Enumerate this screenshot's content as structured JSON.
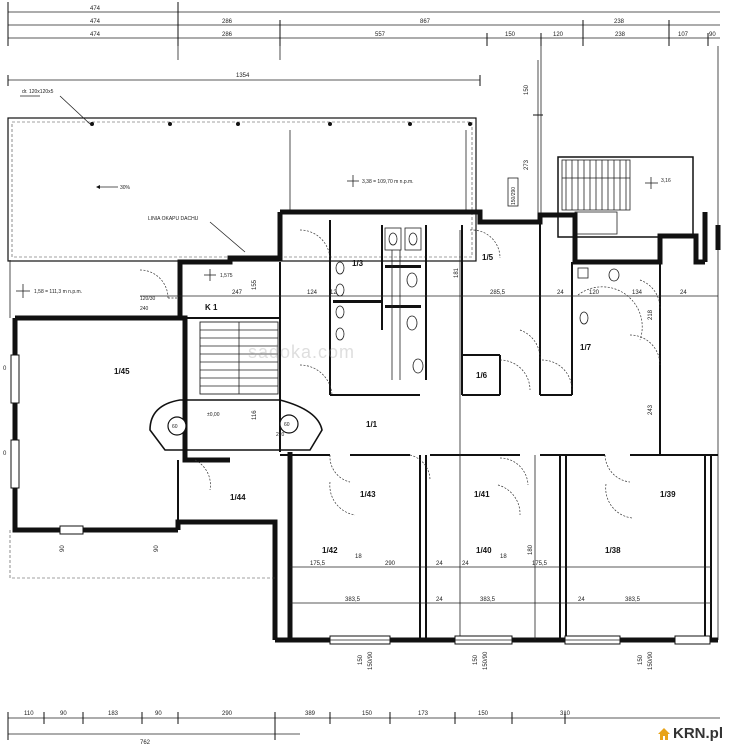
{
  "top_dimensions": {
    "row1": [
      "474"
    ],
    "row2": [
      "474",
      "286",
      "867",
      "238"
    ],
    "row3": [
      "474",
      "286",
      "557",
      "150",
      "120",
      "238",
      "107",
      "90"
    ]
  },
  "left_top_dimension": "1354",
  "bottom_dimensions": {
    "row1": [
      "110",
      "90",
      "183",
      "90",
      "290",
      "389",
      "150",
      "173",
      "150",
      "310"
    ],
    "row2": [
      "762"
    ]
  },
  "right_vertical_dims": [
    "150",
    "273"
  ],
  "rooms": {
    "r1_45": "1/45",
    "r1_44": "1/44",
    "r1_3": "1/3",
    "r1_5": "1/5",
    "r1_6": "1/6",
    "r1_7": "1/7",
    "r1_1": "1/1",
    "r1_43": "1/43",
    "r1_41": "1/41",
    "r1_39": "1/39",
    "r1_42": "1/42",
    "r1_40": "1/40",
    "r1_38": "1/38",
    "k1": "K 1"
  },
  "annotations": {
    "terrace_level": "3,38 = 109,70 m n.p.m.",
    "entry_level": "1,58 = 111,3 m n.p.m.",
    "level_1575": "1,575",
    "level_316": "3,16",
    "floor_zero": "±0,00",
    "slope": "30%",
    "dim_top_left": "dr. 120x120x5",
    "roof_note": "LINIA OKAPU DACHU",
    "stair_60a": "60",
    "stair_60b": "60",
    "door_120": "120/30",
    "door_240": "240",
    "door_220": "220",
    "door_150_top": "150/290",
    "dims_corridor_1": "247",
    "dims_corridor_2": "155",
    "dims_corridor_3": "124",
    "dims_corridor_4": "12",
    "dims_corridor_5": "285,5",
    "dims_corridor_6": "24",
    "dims_corridor_7": "120",
    "dims_corridor_8": "134",
    "dims_corridor_9": "24",
    "dim_181": "181",
    "dim_116": "116",
    "dim_218": "218",
    "dim_243": "243",
    "dim_180": "180",
    "dim_175": "175,5",
    "dim_290": "290",
    "dim_18a": "18",
    "dim_24a": "24",
    "dim_24b": "24",
    "dim_18b": "18",
    "dim_175b": "175,5",
    "dim_383a": "383,5",
    "dim_24c": "24",
    "dim_383b": "383,5",
    "dim_24d": "24",
    "dim_383c": "383,5",
    "win_150a": "150",
    "win_150b": "150",
    "win_150c": "150",
    "win_90a": "90",
    "win_90b": "90",
    "win_sub_a": "150/90",
    "win_sub_b": "150/90",
    "win_sub_c": "150/90",
    "left_edge_0a": "0",
    "left_edge_0b": "0"
  },
  "watermark": "sadoka.com",
  "logo_text": "KRN.pl",
  "colors": {
    "ink": "#111111",
    "logo_house": "#e8a317"
  }
}
